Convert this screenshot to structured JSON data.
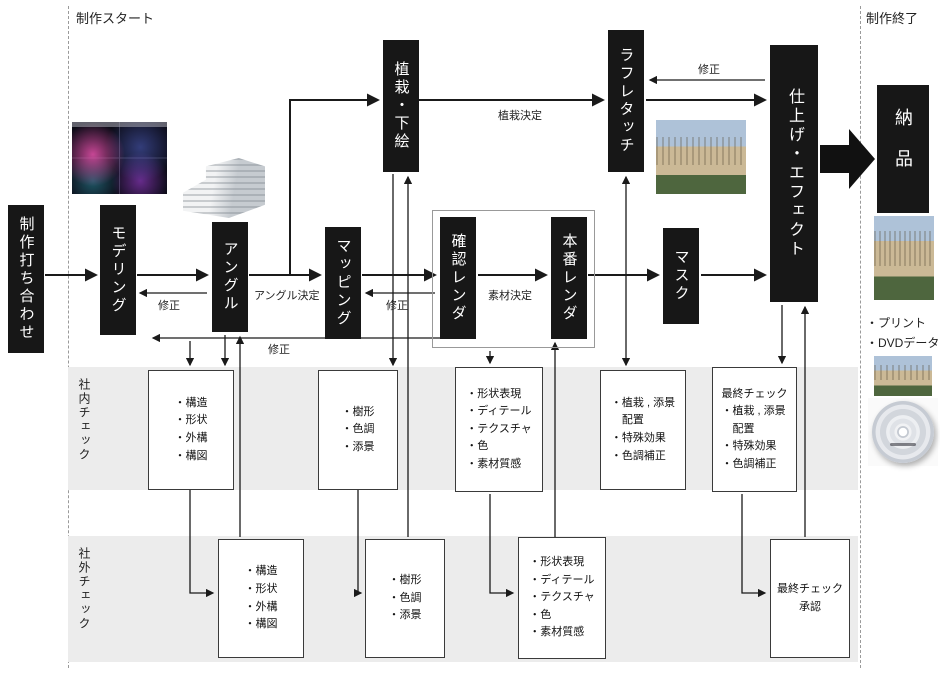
{
  "labels": {
    "start": "制作スタート",
    "end": "制作終了",
    "print": "・プリント",
    "dvd_data": "・DVDデータ"
  },
  "stages": {
    "meeting": "制作打ち合わせ",
    "modeling": "モデリング",
    "angle": "アングル",
    "mapping": "マッピング",
    "confirm_render": "確認レンダ",
    "final_render": "本番レンダ",
    "mask": "マスク",
    "finish": "仕上げ・エフェクト",
    "planting": "植栽・下絵",
    "retouch": "ラフレタッチ",
    "delivery": "納品"
  },
  "arrow_labels": {
    "fix_modeling": "修正",
    "fix_mapping": "修正",
    "fix_angle": "修正",
    "fix_retouch": "修正",
    "angle_decided": "アングル決定",
    "material_decided": "素材決定",
    "planting_decided": "植栽決定"
  },
  "check_rows": {
    "internal_label": "社内チェック",
    "external_label": "社外チェック"
  },
  "check_boxes": {
    "internal": [
      {
        "lines": [
          "・構造",
          "・形状",
          "・外構",
          "・構図"
        ]
      },
      {
        "lines": [
          "・樹形",
          "・色調",
          "・添景"
        ]
      },
      {
        "lines": [
          "・形状表現",
          "・ディテール",
          "・テクスチャ",
          "・色",
          "・素材質感"
        ]
      },
      {
        "lines": [
          "・植栽 , 添景",
          "　配置",
          "・特殊効果",
          "・色調補正"
        ]
      },
      {
        "lines": [
          "最終チェック",
          "・植栽 , 添景",
          "　配置",
          "・特殊効果",
          "・色調補正"
        ]
      }
    ],
    "external": [
      {
        "lines": [
          "・構造",
          "・形状",
          "・外構",
          "・構図"
        ]
      },
      {
        "lines": [
          "・樹形",
          "・色調",
          "・添景"
        ]
      },
      {
        "lines": [
          "・形状表現",
          "・ディテール",
          "・テクスチャ",
          "・色",
          "・素材質感"
        ]
      },
      {
        "lines": [
          "最終チェック",
          "承認"
        ]
      }
    ]
  },
  "images": {
    "modeling_viewport": "3d-modeling-software-screenshot",
    "building_model": "white-building-cg-model",
    "retouch_photo": "building-render-photo",
    "delivery_photo": "final-building-render",
    "print_photo": "printed-building-render",
    "dvd_disc": "dvd-disc"
  },
  "colors": {
    "stage_bg": "#171717",
    "stage_text": "#ffffff",
    "band_bg": "#ececec",
    "line": "#1a1a1a"
  }
}
